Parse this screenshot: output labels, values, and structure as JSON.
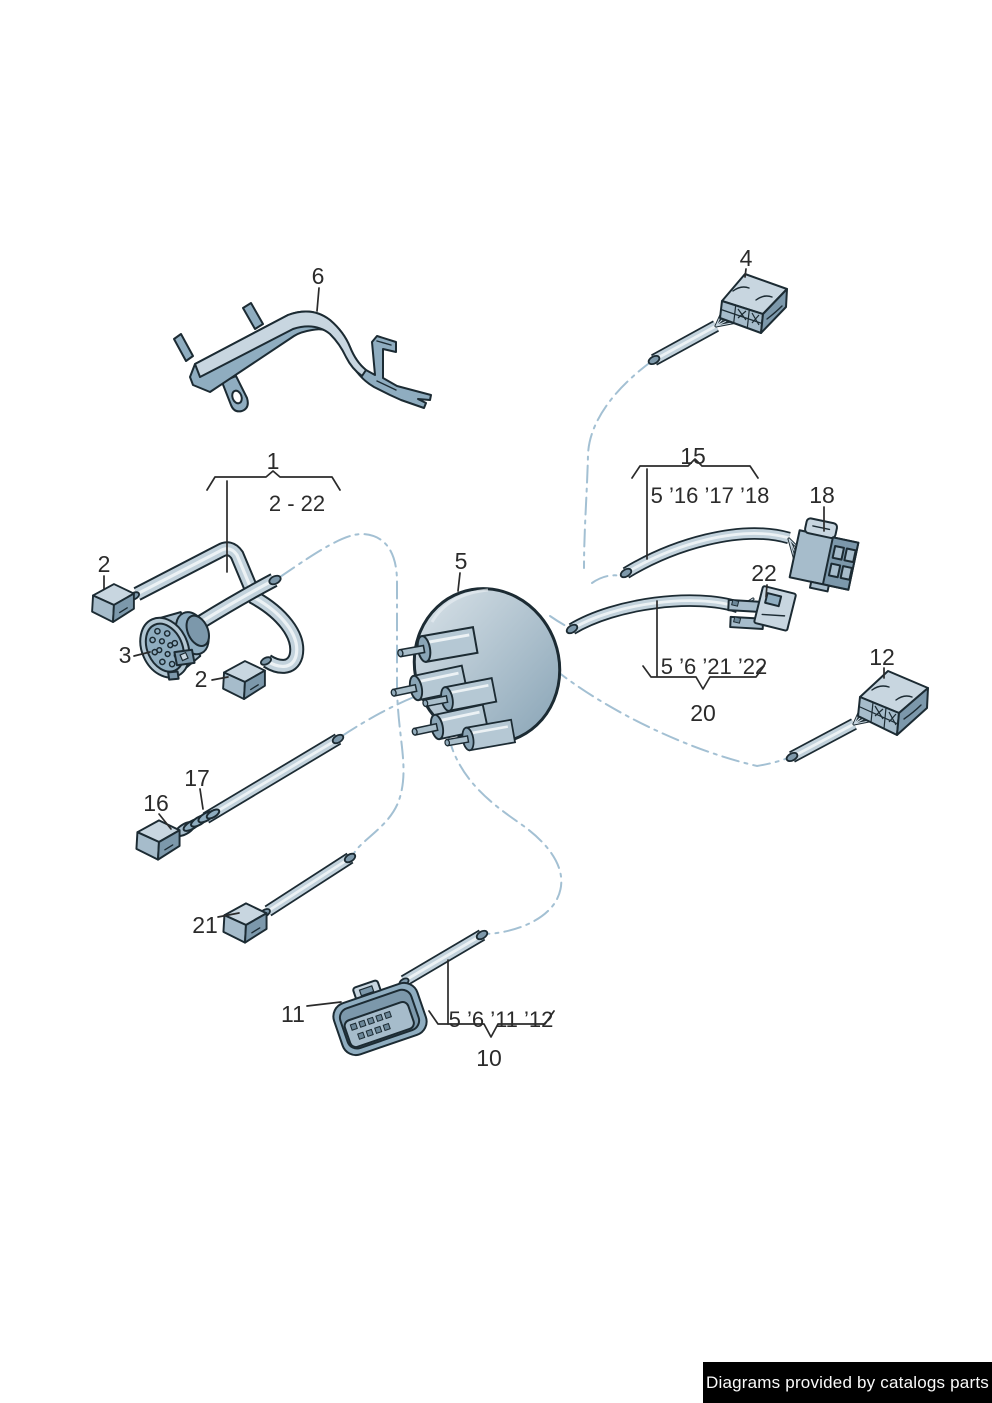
{
  "diagram": {
    "callouts": {
      "c1": "1",
      "c2a": "2",
      "c2b": "2",
      "c3": "3",
      "c4": "4",
      "c5": "5",
      "c6": "6",
      "c10": "10",
      "c11": "11",
      "c12": "12",
      "c15": "15",
      "c16": "16",
      "c17": "17",
      "c18": "18",
      "c20": "20",
      "c21": "21",
      "c22": "22",
      "g1": "2 - 22",
      "g15": "5 ’16 ’17 ’18",
      "g20": "5 ’6 ’21 ’22",
      "g10": "5 ’6 ’11 ’12"
    }
  },
  "footer": {
    "text": "Diagrams provided by catalogs parts"
  },
  "colors": {
    "outline": "#1c2b33",
    "route": "#a3c0d3",
    "label": "#2b2b2b",
    "part_main": "#8fadc0",
    "part_light": "#c8d6e0",
    "part_mid": "#a6bccb",
    "part_dark": "#7c98ab",
    "tube_fill": "#c2d2dc",
    "tube_hi": "#ecf2f5",
    "cap_fill": "#7e99ab",
    "footer_bg": "#000000",
    "footer_text": "#fafafa"
  }
}
